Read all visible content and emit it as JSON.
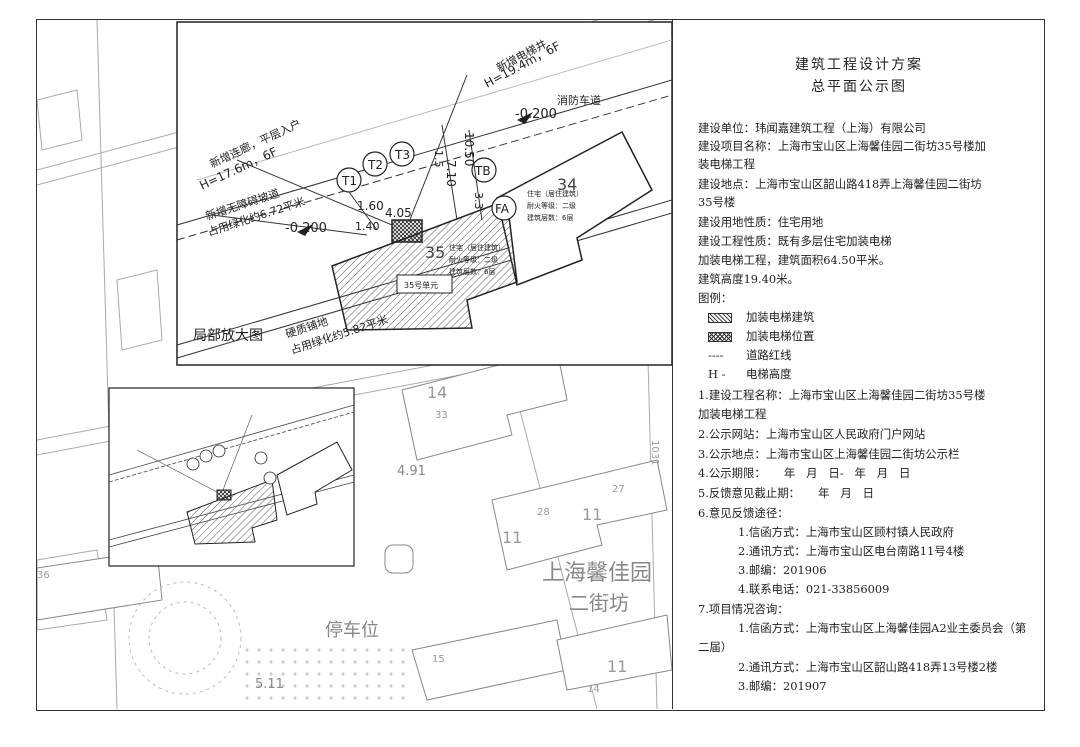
{
  "title": {
    "line1": "建筑工程设计方案",
    "line2": "总平面公示图"
  },
  "info": {
    "unit": "建设单位：玮闻嘉建筑工程（上海）有限公司",
    "project_a": "建设项目名称：上海市宝山区上海馨佳园二街坊35号楼加",
    "project_b": "装电梯工程",
    "site_a": "建设地点：上海市宝山区韶山路418弄上海馨佳园二街坊",
    "site_b": "35号楼",
    "land_use": "建设用地性质：住宅用地",
    "nature": "建设工程性质：既有多层住宅加装电梯",
    "area": "加装电梯工程，建筑面积64.50平米。",
    "height": "建筑高度19.40米。"
  },
  "legend": {
    "heading": "图例：",
    "items": [
      {
        "label": "加装电梯建筑"
      },
      {
        "label": "加装电梯位置"
      },
      {
        "symbol": "----",
        "label": "道路红线"
      },
      {
        "symbol": "H -",
        "label": "电梯高度"
      }
    ]
  },
  "notice": {
    "n1a": "1.建设工程名称：上海市宝山区上海馨佳园二街坊35号楼",
    "n1b": "加装电梯工程",
    "n2": "2.公示网站：上海市宝山区人民政府门户网站",
    "n3": "3.公示地点：上海市宝山区上海馨佳园二街坊公示栏",
    "n4": "4.公示期限：     年   月   日-   年   月   日",
    "n5": "5.反馈意见截止期：     年   月   日",
    "n6": "6.意见反馈途径：",
    "n6_1": "1.信函方式：上海市宝山区顾村镇人民政府",
    "n6_2": "2.通讯方式：上海市宝山区电台南路11号4楼",
    "n6_3": "3.邮编：201906",
    "n6_4": "4.联系电话：021-33856009",
    "n7": "7.项目情况咨询：",
    "n7_1": "1.信函方式：上海市宝山区上海馨佳园A2业主委员会（第二届）",
    "n7_2": "2.通讯方式：上海市宝山区韶山路418弄13号楼2楼",
    "n7_3": "3.邮编：201907"
  },
  "map": {
    "detail_label": "局部放大图",
    "new_elevator_label": "新增电梯井",
    "elevator_height": "H=19.4m，6F",
    "new_corridor": "新增连廊，平层入户",
    "corridor_height": "H=17.6m，6F",
    "new_ramp": "新增无障碍坡道",
    "green_a": "占用绿化约6.72平米",
    "paving": "硬质铺地",
    "green_b": "占用绿化约5.82平米",
    "fire_lane": "消防车道",
    "elev_a": "-0.200",
    "elev_b": "-0.200",
    "tag_t1": "T1",
    "tag_t2": "T2",
    "tag_t3": "T3",
    "tag_tb": "TB",
    "tag_fa": "FA",
    "dim_a": "1.5",
    "dim_b": "7.10",
    "dim_c": "10.50",
    "dim_d": "3.3",
    "dim_e": "1.60",
    "dim_f": "4.05",
    "dim_g": "1.40",
    "bldg_34": "34",
    "bldg_35": "35",
    "unit_35": "35号单元",
    "res_34": "住宅（居住建筑）",
    "fire_34": "耐火等级：二级",
    "floors_34": "建筑层数：6层",
    "res_35": "住宅（居住建筑）",
    "fire_35": "耐火等级：二级",
    "floors_35": "建筑层数：6层",
    "site_name_1": "上海馨佳园",
    "site_name_2": "二街坊",
    "parking": "停车位",
    "num_14": "14",
    "num_33": "33",
    "num_11a": "11",
    "num_11b": "11",
    "num_11c": "11",
    "num_28": "28",
    "num_27": "27",
    "num_15": "15",
    "num_14b": "14",
    "num_36": "36",
    "num_1031": "1031",
    "spot_491": "4.91",
    "spot_511": "5.11"
  }
}
